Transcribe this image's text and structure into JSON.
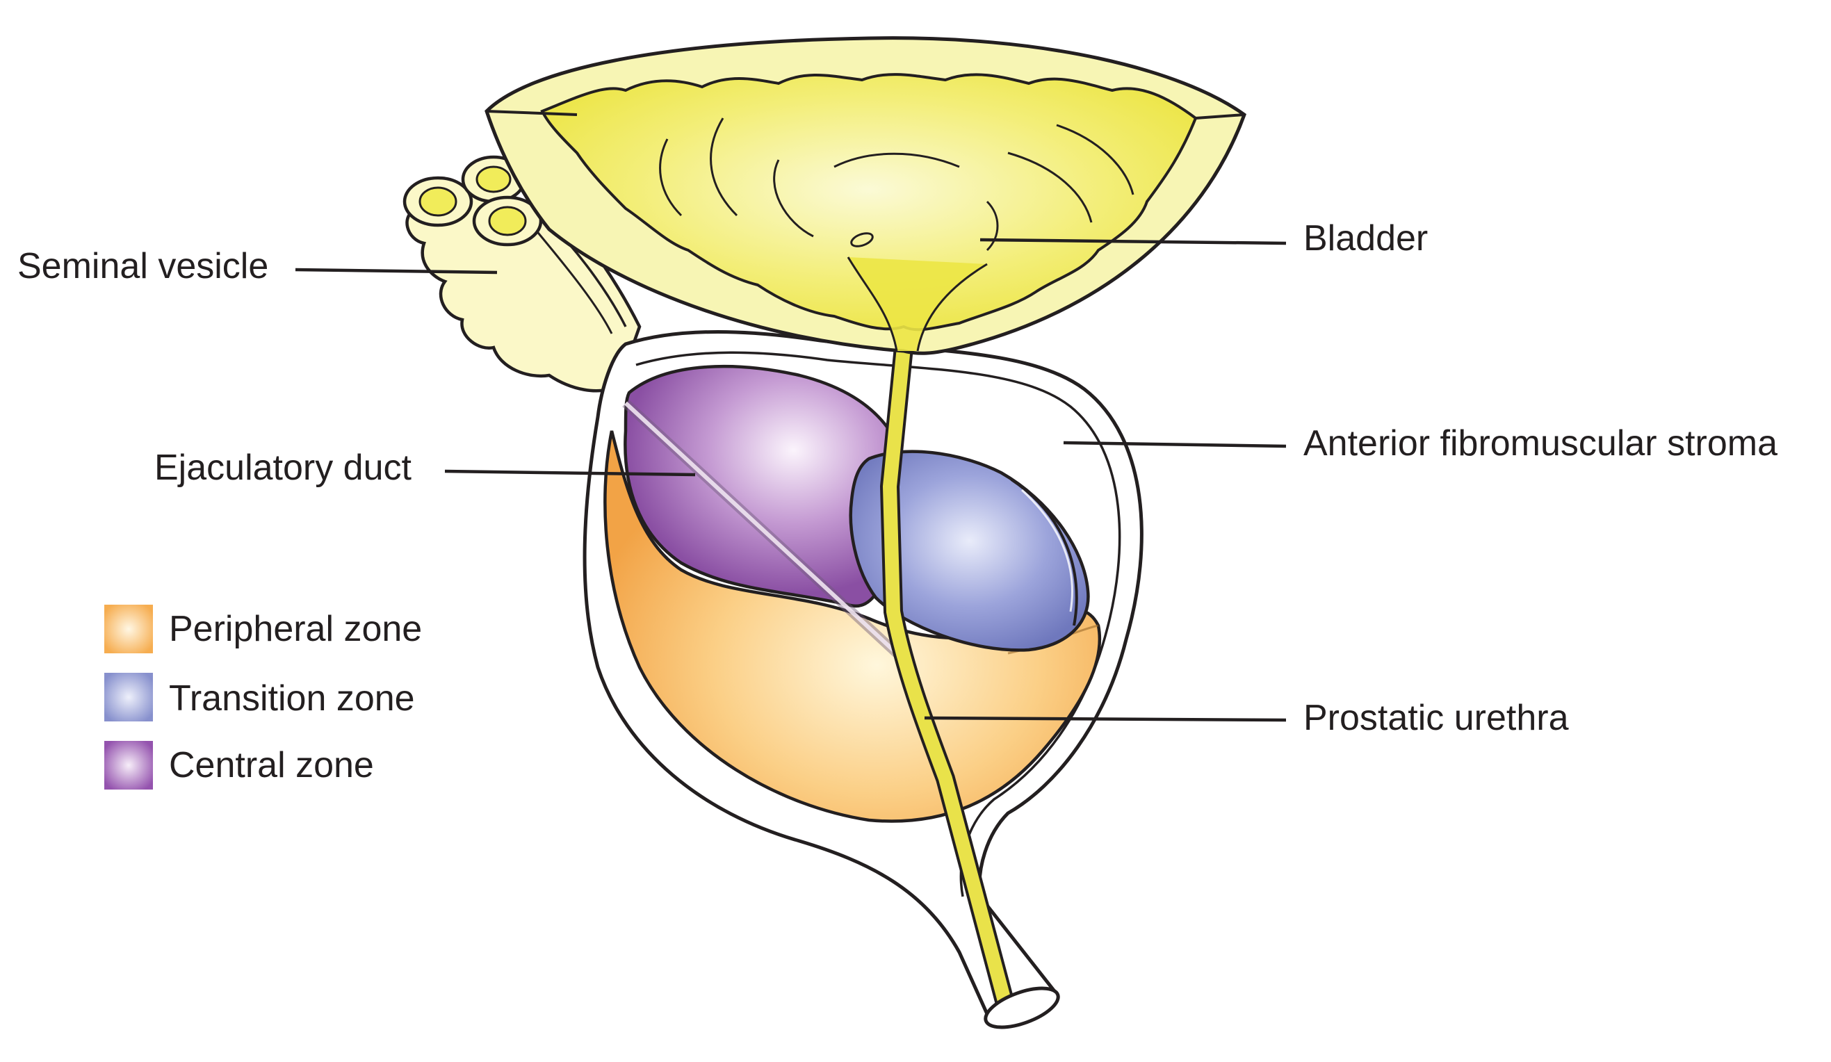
{
  "labels": {
    "seminal_vesicle": "Seminal vesicle",
    "ejaculatory_duct": "Ejaculatory duct",
    "bladder": "Bladder",
    "anterior_stroma": "Anterior fibromuscular stroma",
    "prostatic_urethra": "Prostatic urethra"
  },
  "legend": [
    {
      "label": "Peripheral zone",
      "color": "#f7b35c"
    },
    {
      "label": "Transition zone",
      "color": "#8b94cf"
    },
    {
      "label": "Central zone",
      "color": "#9a5fb3"
    }
  ],
  "colors": {
    "bladder_fill": "#f1ec5a",
    "bladder_wall": "#f7f5b4",
    "outline": "#231f20",
    "urethra": "#e6e04a",
    "peripheral": "#f7b35c",
    "transition": "#8b94cf",
    "central": "#9a5fb3",
    "vesicle": "#fbf8c8"
  }
}
